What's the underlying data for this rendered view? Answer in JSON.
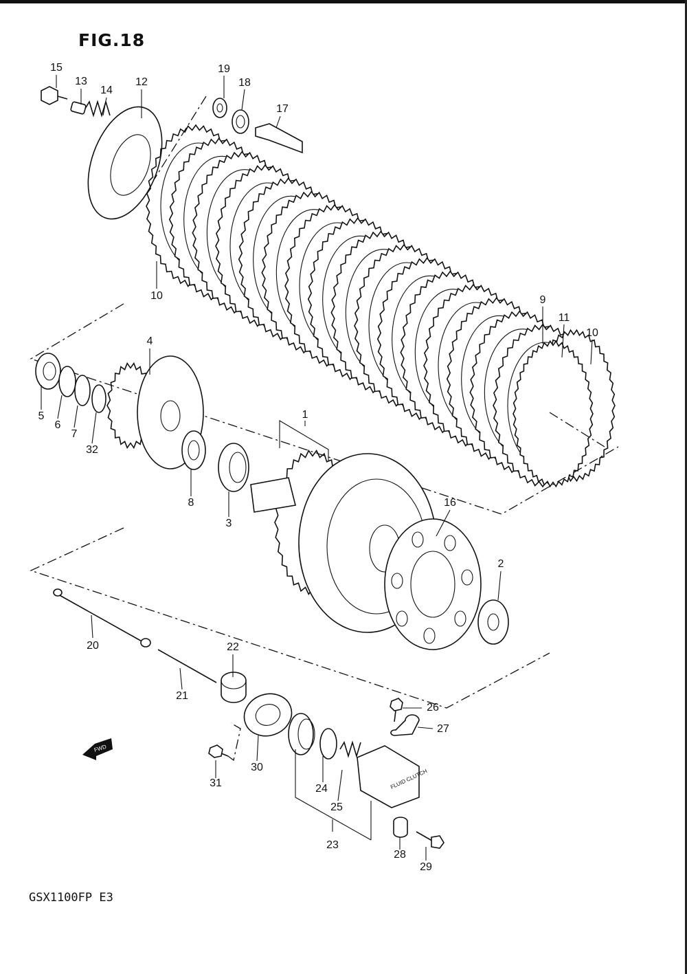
{
  "figure": {
    "title": "FIG.18",
    "model": "GSX1100FP  E3"
  },
  "fwd_badge": {
    "text": "FWD"
  },
  "stamp": {
    "text": "FLUID CLUTCH"
  },
  "callouts": [
    {
      "id": "1",
      "label": "1"
    },
    {
      "id": "2",
      "label": "2"
    },
    {
      "id": "3",
      "label": "3"
    },
    {
      "id": "4",
      "label": "4"
    },
    {
      "id": "5",
      "label": "5"
    },
    {
      "id": "6",
      "label": "6"
    },
    {
      "id": "7",
      "label": "7"
    },
    {
      "id": "8",
      "label": "8"
    },
    {
      "id": "9",
      "label": "9"
    },
    {
      "id": "10a",
      "label": "10"
    },
    {
      "id": "10b",
      "label": "10"
    },
    {
      "id": "11",
      "label": "11"
    },
    {
      "id": "12",
      "label": "12"
    },
    {
      "id": "13",
      "label": "13"
    },
    {
      "id": "14",
      "label": "14"
    },
    {
      "id": "15",
      "label": "15"
    },
    {
      "id": "16",
      "label": "16"
    },
    {
      "id": "17",
      "label": "17"
    },
    {
      "id": "18",
      "label": "18"
    },
    {
      "id": "19",
      "label": "19"
    },
    {
      "id": "20",
      "label": "20"
    },
    {
      "id": "21",
      "label": "21"
    },
    {
      "id": "22",
      "label": "22"
    },
    {
      "id": "23",
      "label": "23"
    },
    {
      "id": "24",
      "label": "24"
    },
    {
      "id": "25",
      "label": "25"
    },
    {
      "id": "26",
      "label": "26"
    },
    {
      "id": "27",
      "label": "27"
    },
    {
      "id": "28",
      "label": "28"
    },
    {
      "id": "29",
      "label": "29"
    },
    {
      "id": "30",
      "label": "30"
    },
    {
      "id": "31",
      "label": "31"
    },
    {
      "id": "32",
      "label": "32"
    }
  ]
}
